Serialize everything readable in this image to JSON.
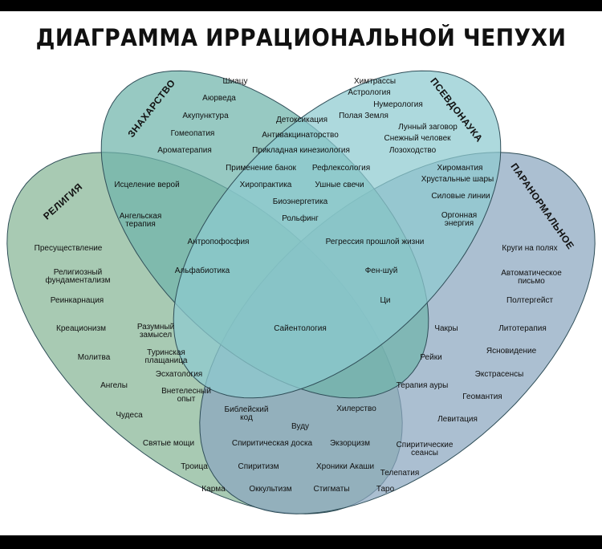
{
  "title": "ДИАГРАММА ИРРАЦИОНАЛЬНОЙ ЧЕПУХИ",
  "colors": {
    "religion": "#86b596",
    "healing": "#6fb4aa",
    "pseudoscience": "#8ecbd0",
    "paranormal": "#8aa6bf",
    "stroke": "#2f4e58"
  },
  "categories": {
    "religion": "РЕЛИГИЯ",
    "healing": "ЗНАХАРСТВО",
    "pseudoscience": "ПСЕВДОНАУКА",
    "paranormal": "ПАРАНОРМАЛЬНОЕ"
  },
  "items": [
    "Шиацу",
    "Аюрведа",
    "Акупунктура",
    "Гомеопатия",
    "Ароматерапия",
    "Детоксикация",
    "Антивакцинаторство",
    "Прикладная кинезиология",
    "Применение банок",
    "Рефлексология",
    "Хиропрактика",
    "Ушные свечи",
    "Биоэнергетика",
    "Рольфинг",
    "Химтрассы",
    "Астрология",
    "Нумерология",
    "Полая Земля",
    "Лунный заговор",
    "Снежный человек",
    "Лозоходство",
    "Хиромантия",
    "Хрустальные шары",
    "Силовые линии",
    "Оргонная\nэнергия",
    "Исцеление верой",
    "Ангельская\nтерапия",
    "Антропофосфия",
    "Регрессия прошлой жизни",
    "Альфабиотика",
    "Фен-шуй",
    "Ци",
    "Сайентология",
    "Пресуществление",
    "Религиозный\nфундаментализм",
    "Реинкарнация",
    "Креационизм",
    "Молитва",
    "Ангелы",
    "Чудеса",
    "Святые мощи",
    "Троица",
    "Карма",
    "Разумный\nзамысел",
    "Туринская\nплащаница",
    "Эсхатология",
    "Внетелесный\nопыт",
    "Библейский\nкод",
    "Хилерство",
    "Вуду",
    "Спиритическая доска",
    "Экзорцизм",
    "Спиритизм",
    "Хроники Акаши",
    "Оккультизм",
    "Стигматы",
    "Чакры",
    "Рейки",
    "Терапия ауры",
    "Круги на полях",
    "Автоматическое\nписьмо",
    "Полтергейст",
    "Литотерапия",
    "Ясновидение",
    "Экстрасенсы",
    "Геомантия",
    "Левитация",
    "Спиритические\nсеансы",
    "Телепатия",
    "Таро"
  ]
}
